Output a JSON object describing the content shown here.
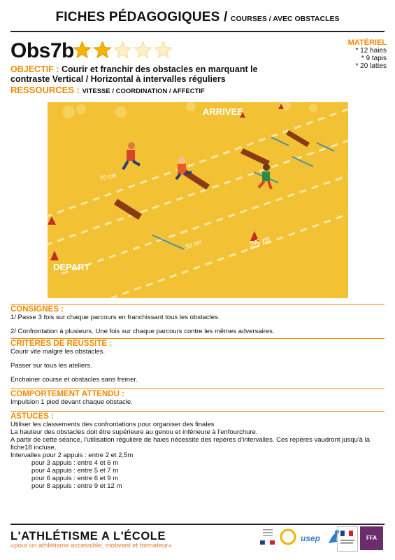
{
  "header": {
    "title": "FICHES PÉDAGOGIQUES /",
    "subtitle": "COURSES / AVEC OBSTACLES"
  },
  "sheet": {
    "code": "Obs7b",
    "rating": 2,
    "rating_max": 5,
    "star_color": "#f5b400"
  },
  "materiel": {
    "title": "MATÉRIEL",
    "items": [
      "* 12 haies",
      "* 9 tapis",
      "* 20 lattes"
    ]
  },
  "objectif": {
    "label": "OBJECTIF :",
    "text": "Courir et franchir des obstacles en marquant le contraste Vertical / Horizontal à intervalles réguliers"
  },
  "ressources": {
    "label": "RESSOURCES :",
    "text": "VITESSE / COORDINATION / AFFECTIF"
  },
  "illustration": {
    "arrivee": "ARRIVEE",
    "depart": "DEPART",
    "d70": "70 cm",
    "d30": "30 cm",
    "d25": "25 m"
  },
  "consignes": {
    "title": "CONSIGNES :",
    "p1": "1/ Passe 3 fois sur chaque parcours en franchissant tous les obstacles.",
    "p2": "2/ Confrontation à plusieurs. Une fois sur chaque parcours contre les mêmes adversaires."
  },
  "criteres": {
    "title": "CRITÈRES DE RÉUSSITE :",
    "p1": "Courir vite malgré les obstacles.",
    "p2": "Passer sur tous les ateliers.",
    "p3": "Enchainer course et obstacles sans freiner."
  },
  "comportement": {
    "title": "COMPORTEMENT ATTENDU :",
    "p1": "Impulsion 1 pied devant chaque obstacle."
  },
  "astuces": {
    "title": "ASTUCES :",
    "l1": "Utiliser les classements des confrontations pour organiser des finales",
    "l2": "La hauteur des obstacles doit être supérieure au genou et inférieure à l'enfourchure.",
    "l3": "A partir de cette séance, l'utilisation régulière de haies nécessite des repères d'intervalles. Ces repères vaudront jusqu'à la fiche18 incluse.",
    "l4": "Intervalles pour 2 appuis :   entre 2 et 2,5m",
    "l5": "pour 3 appuis :   entre 4 et 6 m",
    "l6": "pour 4 appuis :   entre 5 et 7 m",
    "l7": "pour 6 appuis :   entre 6 et 9 m",
    "l8": "pour 8 appuis :   entre 9 et 12 m"
  },
  "footer": {
    "title": "L'ATHLÉTISME A L'ÉCOLE",
    "tagline": "«pour un athlétisme accessible, motivant et formateur»",
    "usep": "usep",
    "ffa": "FFA"
  }
}
